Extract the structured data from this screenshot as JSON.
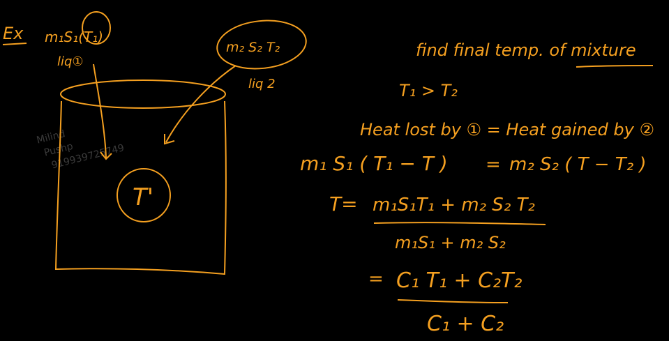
{
  "colors": {
    "background": "#000000",
    "ink": "#f5a020",
    "watermark": "#6a6a6a"
  },
  "left": {
    "ex_label": "Ex",
    "liquid1_label": "m₁S₁(T₁)",
    "liquid1_sub": "liq①",
    "liquid2_label": "m₂ S₂ T₂",
    "liquid2_sub": "liq 2",
    "inner_label": "T'"
  },
  "watermark": {
    "line1": "Milind",
    "line2": "Pushp",
    "line3": "919939725749"
  },
  "right": {
    "heading": "find final temp. of mixture",
    "cond": "T₁ > T₂",
    "heat_line": "Heat lost by ① = Heat gained by ②",
    "eq1_left": "m₁ S₁ ( T₁ − T )",
    "eq1_eq": "=",
    "eq1_right": "m₂ S₂ ( T − T₂ )",
    "t_prefix": "T=",
    "t_num": "m₁S₁T₁ + m₂ S₂ T₂",
    "t_den": "m₁S₁ + m₂ S₂",
    "eq_sign": "=",
    "c_num": "C₁ T₁ + C₂T₂",
    "c_den": "C₁ + C₂"
  }
}
